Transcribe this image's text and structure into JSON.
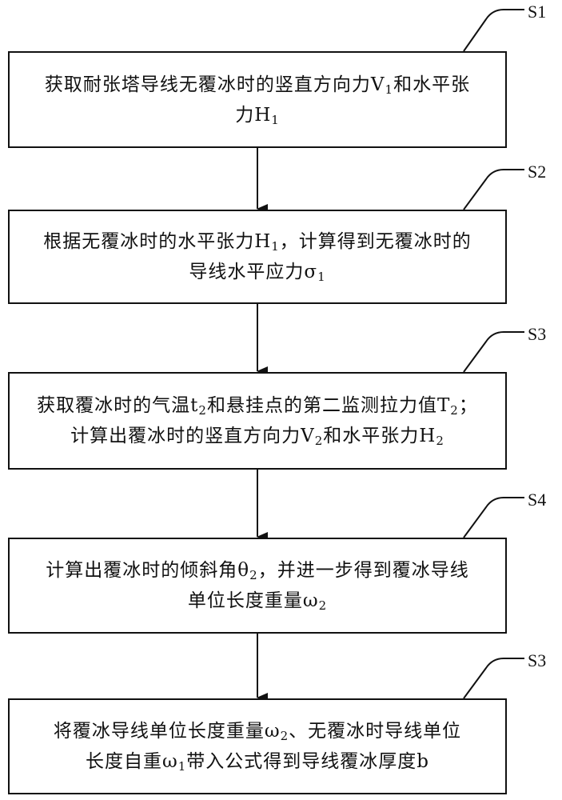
{
  "steps": [
    {
      "label": "S1",
      "lines": [
        [
          {
            "t": "获取耐张塔导线无覆冰时的竖直方向力V"
          },
          {
            "sub": "1"
          },
          {
            "t": "和水平张"
          }
        ],
        [
          {
            "t": "力H"
          },
          {
            "sub": "1"
          }
        ]
      ]
    },
    {
      "label": "S2",
      "lines": [
        [
          {
            "t": "根据无覆冰时的水平张力H"
          },
          {
            "sub": "1"
          },
          {
            "t": "，计算得到无覆冰时的"
          }
        ],
        [
          {
            "t": "导线水平应力σ"
          },
          {
            "sub": "1"
          }
        ]
      ]
    },
    {
      "label": "S3",
      "lines": [
        [
          {
            "t": "获取覆冰时的气温t"
          },
          {
            "sub": "2"
          },
          {
            "t": "和悬挂点的第二监测拉力值T"
          },
          {
            "sub": "2"
          },
          {
            "t": "；"
          }
        ],
        [
          {
            "t": "计算出覆冰时的竖直方向力V"
          },
          {
            "sub": "2"
          },
          {
            "t": "和水平张力H"
          },
          {
            "sub": "2"
          }
        ]
      ]
    },
    {
      "label": "S4",
      "lines": [
        [
          {
            "t": "计算出覆冰时的倾斜角θ"
          },
          {
            "sub": "2"
          },
          {
            "t": "，并进一步得到覆冰导线"
          }
        ],
        [
          {
            "t": "单位长度重量ω"
          },
          {
            "sub": "2"
          }
        ]
      ]
    },
    {
      "label": "S3",
      "lines": [
        [
          {
            "t": "将覆冰导线单位长度重量ω"
          },
          {
            "sub": "2"
          },
          {
            "t": "、无覆冰时导线单位"
          }
        ],
        [
          {
            "t": "长度自重ω"
          },
          {
            "sub": "1"
          },
          {
            "t": "带入公式得到导线覆冰厚度b"
          }
        ]
      ]
    }
  ]
}
